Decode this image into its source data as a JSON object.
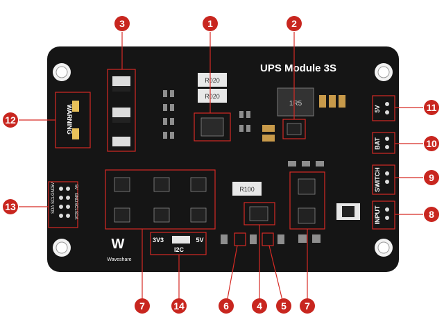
{
  "board": {
    "title": "UPS Module 3S",
    "warning_label": "WARNING",
    "brand": "Waveshare",
    "i2c": {
      "label": "I2C",
      "left": "3V3",
      "right": "5V"
    },
    "resistors": [
      "R020",
      "R020",
      "R100"
    ],
    "inductor": "1R5",
    "connectors": {
      "5v": "5V",
      "bat": "BAT",
      "switch": "SWITCH",
      "input": "INPUT"
    },
    "header_pins_left": [
      "SDA",
      "SCL",
      "GND",
      "5V"
    ],
    "header_pins_right": [
      "5V",
      "GND",
      "SCL",
      "SDA"
    ]
  },
  "callouts": [
    "1",
    "2",
    "3",
    "4",
    "5",
    "6",
    "7",
    "7",
    "8",
    "9",
    "10",
    "11",
    "12",
    "13",
    "14"
  ],
  "colors": {
    "board": "#151515",
    "highlight": "#d62a24",
    "callout": "#c8261f"
  }
}
